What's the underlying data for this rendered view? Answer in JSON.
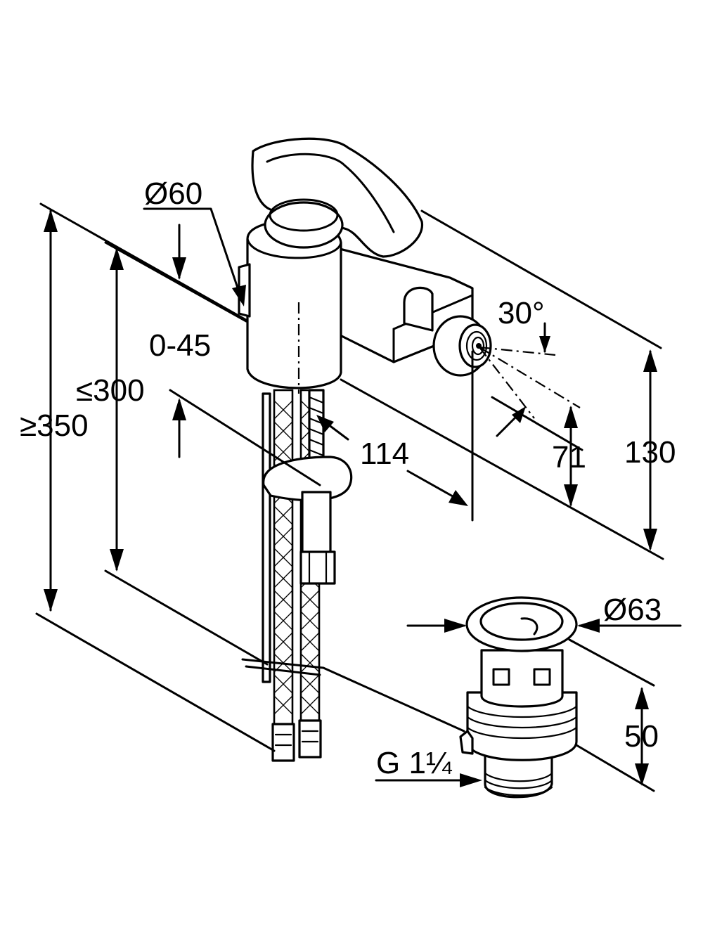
{
  "colors": {
    "line": "#000000",
    "background": "#ffffff"
  },
  "dimensions": {
    "d60": "Ø60",
    "angle_range": "0-45",
    "max_300": "≤300",
    "min_350": "≥350",
    "d114": "114",
    "angle_30": "30°",
    "d71": "71",
    "d130": "130",
    "d63": "Ø63",
    "d50": "50",
    "thread": "G 1¼"
  }
}
